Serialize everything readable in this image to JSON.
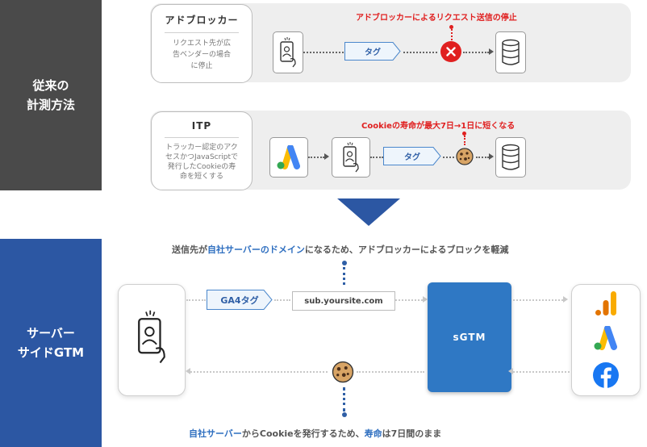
{
  "conventional": {
    "side_label": "従来の\n計測方法",
    "adblocker": {
      "title": "アドブロッカー",
      "desc": "リクエスト先が広\n告ベンダーの場合\nに停止",
      "tag_label": "タグ",
      "note": "アドブロッカーによるリクエスト送信の停止"
    },
    "itp": {
      "title": "ITP",
      "desc": "トラッカー認定のアク\nセスかつJavaScriptで\n発行したCookieの寿\n命を短くする",
      "tag_label": "タグ",
      "note": "Cookieの寿命が最大7日→1日に短くなる"
    }
  },
  "server_side": {
    "side_label": "サーバー\nサイドGTM",
    "top_note": {
      "part1": "送信先が",
      "part2": "自社サーバーのドメイン",
      "part3": "になるため、アドブロッカーによるブロックを軽減"
    },
    "ga4_tag_label": "GA4タグ",
    "domain_label": "sub.yoursite.com",
    "sgtm_label": "sGTM",
    "bottom_note": {
      "part1": "自社サーバー",
      "part2": "からCookieを発行するため、",
      "part3": "寿命",
      "part4": "は7日間のまま"
    }
  },
  "colors": {
    "dark_side": "#4a4a4a",
    "blue_side": "#2c57a3",
    "sgtm": "#2f78c4",
    "accent_red": "#e02020",
    "tag_blue": "#2f5fa6"
  },
  "icons": [
    "phone-user-icon",
    "database-icon",
    "block-x-icon",
    "google-ads-icon",
    "cookie-icon",
    "analytics-icon",
    "facebook-icon"
  ]
}
